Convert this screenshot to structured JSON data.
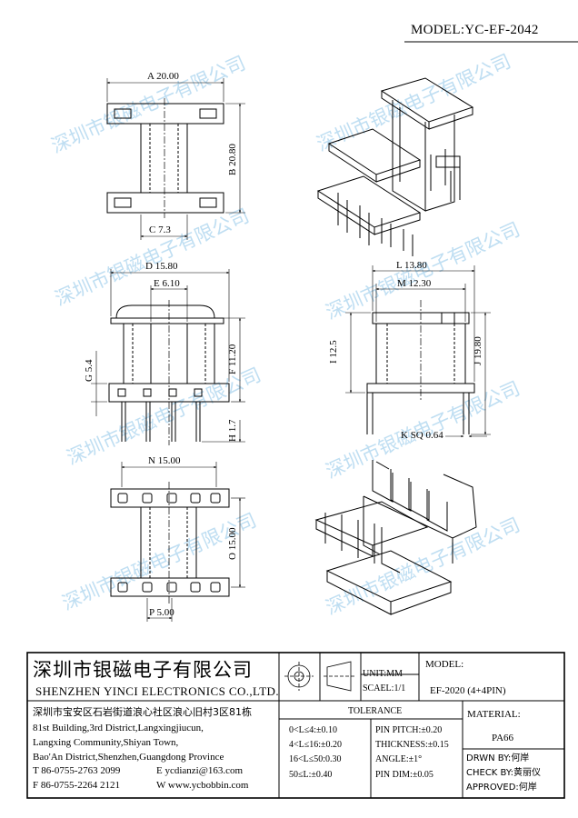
{
  "header": {
    "model": "MODEL:YC-EF-2042"
  },
  "watermark": "深圳市银磁电子有限公司",
  "dimensions": {
    "a": "A 20.00",
    "b": "B 20.80",
    "c": "C 7.3",
    "d": "D 15.80",
    "e": "E 6.10",
    "f": "F 11.20",
    "g": "G 5.4",
    "h": "H 1.7",
    "l": "L 13.80",
    "m": "M 12.30",
    "i": "I 12.5",
    "j": "J 19.80",
    "k": "K SQ 0.64",
    "n": "N 15.00",
    "o": "O 15.00",
    "p": "P 5.00"
  },
  "title_block": {
    "company_cn": "深圳市银磁电子有限公司",
    "company_en": "SHENZHEN YINCI ELECTRONICS CO.,LTD.",
    "unit": "UNIT:MM",
    "scale": "SCAEL:1/1",
    "model_label": "MODEL:",
    "model_value": "EF-2020 (4+4PIN)",
    "address": [
      "深圳市宝安区石岩街道浪心社区浪心旧村3区81栋",
      "81st Building,3rd District,Langxingjiucun,",
      "Langxing Community,Shiyan Town,",
      "Bao'An District,Shenzhen,Guangdong Province"
    ],
    "tel": "T 86-0755-2763 2099",
    "email": "E ycdianzi@163.com",
    "fax": "F 86-0755-2264 2121",
    "web": "W www.ycbobbin.com",
    "tolerance_title": "TOLERANCE",
    "tolerances": [
      "0<L≤4:±0.10",
      "4<L≤16:±0.20",
      "16<L≤50:0.30",
      "50≤L:±0.40"
    ],
    "pin_specs": [
      "PIN PITCH:±0.20",
      "THICKNESS:±0.15",
      "ANGLE:±1°",
      "PIN DIM:±0.05"
    ],
    "material_label": "MATERIAL:",
    "material_value": "PA66",
    "drawn_by": "DRWN BY:何岸",
    "checked_by": "CHECK BY:黄丽仪",
    "approved_by": "APPROVED:何岸"
  }
}
